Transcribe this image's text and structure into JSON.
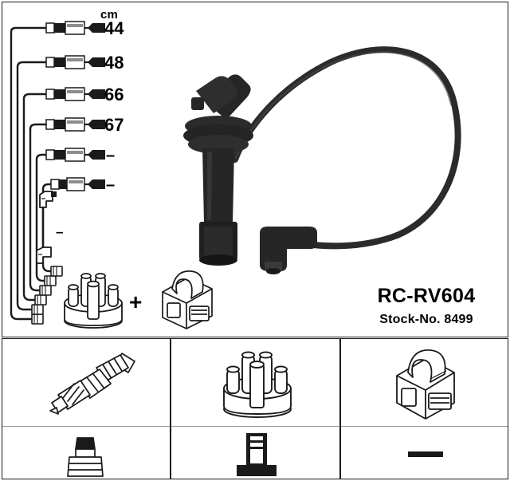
{
  "product": {
    "part_number": "RC-RV604",
    "stock_label": "Stock-No. 8499"
  },
  "measurements": {
    "unit_header": "cm",
    "values": [
      "44",
      "48",
      "66",
      "67",
      "–",
      "–"
    ],
    "coil_lead_value": "–"
  },
  "assembly": {
    "plus_symbol": "+",
    "distributor_cap_icon": "distributor-cap-icon",
    "ignition_coil_icon": "ignition-coil-icon"
  },
  "legend": {
    "cells": [
      {
        "top_icon": "spark-plug-icon",
        "bottom_icon": "spark-plug-boot-icon",
        "bottom_value": ""
      },
      {
        "top_icon": "distributor-cap-icon",
        "bottom_icon": "distributor-terminal-icon",
        "bottom_value": ""
      },
      {
        "top_icon": "ignition-coil-icon",
        "bottom_icon": "dash-icon",
        "bottom_value": "—"
      }
    ]
  },
  "colors": {
    "line": "#1a1a1a",
    "cable": "#2b2b2b",
    "boot": "#262626",
    "divider": "#9a9a9a",
    "background": "#ffffff"
  }
}
